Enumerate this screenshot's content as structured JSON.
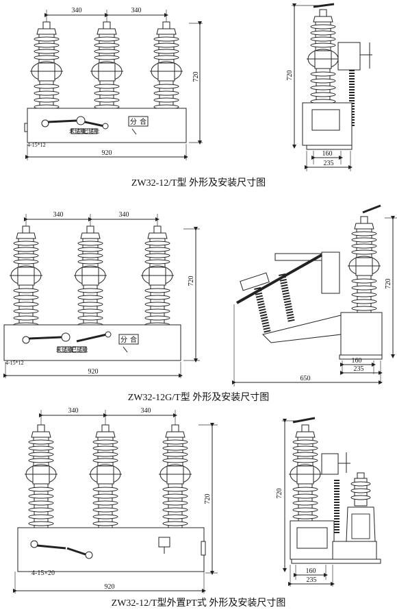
{
  "figures": [
    {
      "caption": "ZW32-12/T型 外形及安装尺寸图",
      "front": {
        "pitch1": "340",
        "pitch2": "340",
        "height": "720",
        "width": "920",
        "hole": "4-15*12"
      },
      "side": {
        "height": "720",
        "depth1": "160",
        "depth2": "235"
      }
    },
    {
      "caption": "ZW32-12G/T型 外形及安装尺寸图",
      "front": {
        "pitch1": "340",
        "pitch2": "340",
        "height": "720",
        "width": "920",
        "hole": "4-15*12"
      },
      "side": {
        "height": "720",
        "depth1": "160",
        "depth2": "235",
        "overall": "650"
      }
    },
    {
      "caption": "ZW32-12/T型外置PT式 外形及安装尺寸图",
      "front": {
        "pitch1": "340",
        "pitch2": "340",
        "height": "720",
        "width": "920",
        "hole": "4-15×20"
      },
      "side": {
        "height": "720",
        "depth1": "160",
        "depth2": "235"
      }
    }
  ],
  "panel_labels": {
    "open": "分",
    "close": "合",
    "unenergized": "未储能",
    "energized": "已储能"
  },
  "icons": [
    "insulator-icon",
    "operating-handle-icon",
    "pt-transformer-icon"
  ]
}
